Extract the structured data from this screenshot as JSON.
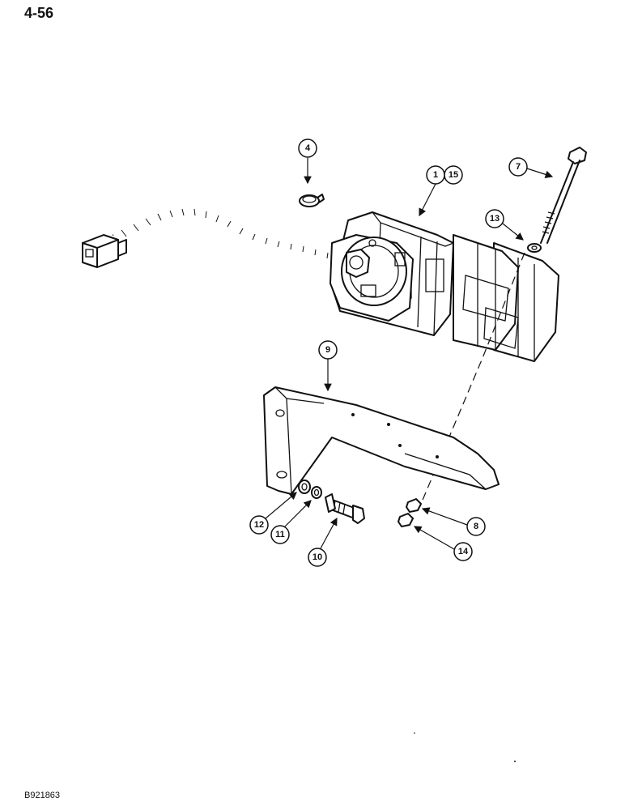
{
  "header": {
    "page_number": "4-56"
  },
  "footer": {
    "figure_code": "B921863"
  },
  "callouts": {
    "c1": "1",
    "c15": "15",
    "c4": "4",
    "c7": "7",
    "c13": "13",
    "c9": "9",
    "c12": "12",
    "c11": "11",
    "c10": "10",
    "c8": "8",
    "c14": "14"
  }
}
